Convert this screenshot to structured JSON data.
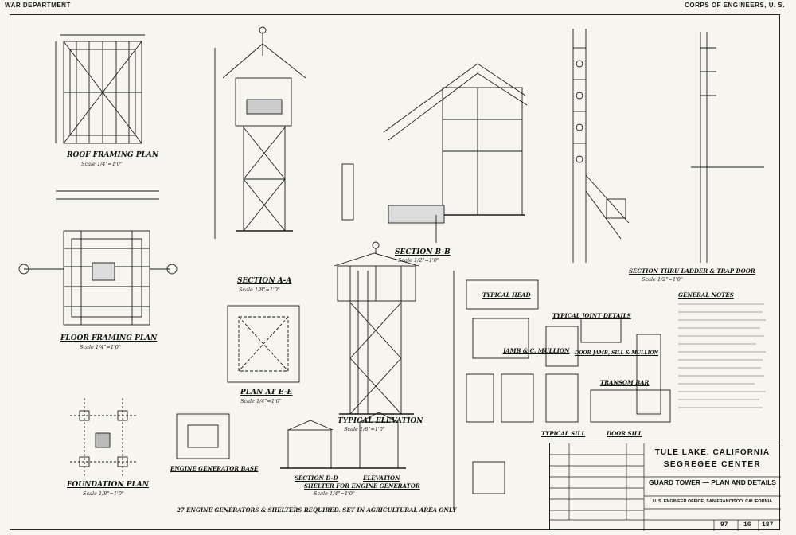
{
  "header": {
    "left": "WAR DEPARTMENT",
    "right": "CORPS OF ENGINEERS, U. S."
  },
  "views": {
    "roof_framing": {
      "title": "ROOF FRAMING PLAN",
      "scale": "Scale 1/4\"=1'0\""
    },
    "floor_framing": {
      "title": "FLOOR FRAMING PLAN",
      "scale": "Scale 1/4\"=1'0\""
    },
    "foundation": {
      "title": "FOUNDATION PLAN",
      "scale": "Scale 1/8\"=1'0\""
    },
    "section_aa": {
      "title": "SECTION A-A",
      "scale": "Scale 1/8\"=1'0\""
    },
    "plan_ee": {
      "title": "PLAN AT E-E",
      "scale": "Scale 1/4\"=1'0\""
    },
    "typical_elevation": {
      "title": "TYPICAL ELEVATION",
      "scale": "Scale 1/8\"=1'0\""
    },
    "section_bb": {
      "title": "SECTION B-B",
      "scale": "Scale 1/2\"=1'0\""
    },
    "section_ladder": {
      "title": "SECTION THRU LADDER & TRAP DOOR",
      "scale": "Scale 1/2\"=1'0\""
    },
    "typical_joint": {
      "title": "TYPICAL JOINT DETAILS"
    },
    "typical_head": {
      "title": "TYPICAL HEAD"
    },
    "jamb_mullion": {
      "title": "JAMB & C. MULLION"
    },
    "door_jamb": {
      "title": "DOOR JAMB, SILL & MULLION"
    },
    "transom_bar": {
      "title": "TRANSOM BAR"
    },
    "typical_sill": {
      "title": "TYPICAL SILL"
    },
    "door_sill": {
      "title": "DOOR SILL"
    },
    "engine_base": {
      "title": "ENGINE GENERATOR BASE"
    },
    "section_dd": {
      "title": "SECTION D-D"
    },
    "elevation": {
      "title": "ELEVATION"
    },
    "shelter": {
      "title": "SHELTER FOR ENGINE GENERATOR",
      "scale": "Scale 1/4\"=1'0\""
    },
    "general_notes": {
      "title": "GENERAL NOTES"
    }
  },
  "footnote": "27 ENGINE GENERATORS & SHELTERS REQUIRED. SET IN AGRICULTURAL AREA ONLY",
  "title_block": {
    "line1": "TULE LAKE, CALIFORNIA",
    "line2": "SEGREGEE CENTER",
    "line3": "GUARD TOWER — PLAN AND DETAILS",
    "office": "U. S. ENGINEER OFFICE, SAN FRANCISCO, CALIFORNIA",
    "sheet_numbers": [
      "97",
      "16",
      "187"
    ]
  }
}
